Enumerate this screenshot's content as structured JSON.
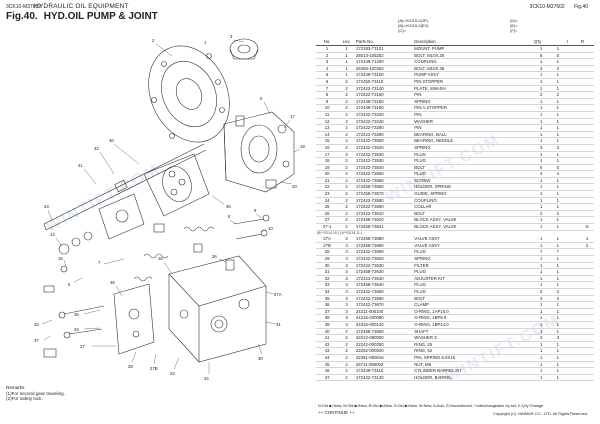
{
  "header": {
    "model": "3CK10-M37602",
    "section": "HYDRAULIC OIL EQUIPMENT",
    "fig_no": "Fig.40.",
    "fig_title": "HYD.OIL PUMP & JOINT",
    "right_model": "3CK10-M37602",
    "right_fig": "Fig.40"
  },
  "qty_header": {
    "a": "(A)=VIO15-2(JP)",
    "b": "(B)=VIO15-2(EX)",
    "c": "(C)=",
    "d": "(D)=",
    "e": "(E)=",
    "f": "(F)="
  },
  "columns": {
    "no": "No.",
    "lev": "Lev.",
    "parts_no": "Parts No.",
    "description": "Description",
    "qty": "Q'ty",
    "qa": "A",
    "qb": "B",
    "qc": "C",
    "qd": "D",
    "qe": "E",
    "qf": "F",
    "i": "I",
    "r": "R"
  },
  "rows": [
    {
      "no": "1",
      "lev": "1",
      "pn": "172183-73101",
      "desc": "MOUNT, PUMP",
      "a": "1",
      "b": "1",
      "i": "",
      "r": ""
    },
    {
      "no": "2",
      "lev": "1",
      "pn": "26013-105252",
      "desc": "BOLT, M10X.25",
      "a": "8",
      "b": "8",
      "i": "",
      "r": ""
    },
    {
      "no": "3",
      "lev": "1",
      "pn": "172449-71200",
      "desc": "COUPLING",
      "a": "1",
      "b": "1",
      "i": "",
      "r": ""
    },
    {
      "no": "4",
      "lev": "1",
      "pn": "26450-100352",
      "desc": "BOLT, M10X.35",
      "a": "3",
      "b": "3",
      "i": "",
      "r": ""
    },
    {
      "no": "5",
      "lev": "1",
      "pn": "172449-73100",
      "desc": "PUMP ASSY",
      "a": "1",
      "b": "1",
      "i": "",
      "r": ""
    },
    {
      "no": "6",
      "lev": "2",
      "pn": "172450-73110",
      "desc": "PIN STOPPER",
      "a": "1",
      "b": "1",
      "i": "",
      "r": ""
    },
    {
      "no": "7",
      "lev": "2",
      "pn": "172422-73140",
      "desc": "PLATE, SWASH",
      "a": "1",
      "b": "1",
      "i": "",
      "r": ""
    },
    {
      "no": "8",
      "lev": "2",
      "pn": "172422-73160",
      "desc": "PIN",
      "a": "2",
      "b": "2",
      "i": "",
      "r": ""
    },
    {
      "no": "9",
      "lev": "2",
      "pn": "172448-73180",
      "desc": "SPRING",
      "a": "1",
      "b": "1",
      "i": "",
      "r": ""
    },
    {
      "no": "10",
      "lev": "2",
      "pn": "172449-73180",
      "desc": "PIN A.STOPPER",
      "a": "1",
      "b": "1",
      "i": "",
      "r": ""
    },
    {
      "no": "11",
      "lev": "2",
      "pn": "172422-73220",
      "desc": "PIN",
      "a": "1",
      "b": "1",
      "i": "",
      "r": ""
    },
    {
      "no": "12",
      "lev": "2",
      "pn": "172422-73240",
      "desc": "WASHER",
      "a": "1",
      "b": "1",
      "i": "",
      "r": ""
    },
    {
      "no": "13",
      "lev": "2",
      "pn": "172422-73280",
      "desc": "PIN",
      "a": "1",
      "b": "1",
      "i": "",
      "r": ""
    },
    {
      "no": "14",
      "lev": "2",
      "pn": "172422-73290",
      "desc": "BEARING, BALL",
      "a": "1",
      "b": "1",
      "i": "",
      "r": ""
    },
    {
      "no": "15",
      "lev": "2",
      "pn": "172422-73500",
      "desc": "BEARING, NEEDLE",
      "a": "1",
      "b": "1",
      "i": "",
      "r": ""
    },
    {
      "no": "16",
      "lev": "2",
      "pn": "172422-73520",
      "desc": "SPRING",
      "a": "3",
      "b": "3",
      "i": "",
      "r": ""
    },
    {
      "no": "17",
      "lev": "2",
      "pn": "172422-73530",
      "desc": "PLUG",
      "a": "1",
      "b": "1",
      "i": "",
      "r": ""
    },
    {
      "no": "18",
      "lev": "2",
      "pn": "172422-73530",
      "desc": "PLUG",
      "a": "1",
      "b": "1",
      "i": "",
      "r": ""
    },
    {
      "no": "19",
      "lev": "2",
      "pn": "172422-73540",
      "desc": "BOLT",
      "a": "5",
      "b": "5",
      "i": "",
      "r": ""
    },
    {
      "no": "20",
      "lev": "2",
      "pn": "172422-73550",
      "desc": "PLUG",
      "a": "4",
      "b": "4",
      "i": "",
      "r": ""
    },
    {
      "no": "21",
      "lev": "2",
      "pn": "172422-73560",
      "desc": "SCREW",
      "a": "1",
      "b": "1",
      "i": "",
      "r": ""
    },
    {
      "no": "22",
      "lev": "2",
      "pn": "172458-73560",
      "desc": "HOLDER, SPRING",
      "a": "1",
      "b": "1",
      "i": "",
      "r": ""
    },
    {
      "no": "23",
      "lev": "2",
      "pn": "172458-73570",
      "desc": "GUIDE, SPRING",
      "a": "1",
      "b": "1",
      "i": "",
      "r": ""
    },
    {
      "no": "24",
      "lev": "2",
      "pn": "172422-73580",
      "desc": "COUPLING",
      "a": "1",
      "b": "1",
      "i": "",
      "r": ""
    },
    {
      "no": "25",
      "lev": "2",
      "pn": "172422-73590",
      "desc": "COLLAR",
      "a": "1",
      "b": "1",
      "i": "",
      "r": ""
    },
    {
      "no": "26",
      "lev": "2",
      "pn": "172422-73610",
      "desc": "BOLT",
      "a": "2",
      "b": "2",
      "i": "",
      "r": ""
    },
    {
      "no": "27",
      "lev": "2",
      "pn": "172458-73620",
      "desc": "BLOCK ASSY, VALVE",
      "a": "1",
      "b": "1",
      "i": "",
      "r": ""
    },
    {
      "no": "27-1",
      "lev": "2",
      "pn": "172458-73621",
      "desc": "BLOCK ASSY, VALVE",
      "a": "1",
      "b": "1",
      "i": "",
      "r": "N"
    },
    {
      "note": "(8/**2014.10.)     (9/**2014.11.)"
    },
    {
      "no": "27A",
      "lev": "3",
      "pn": "172458-73680",
      "desc": "VALVE ASSY",
      "a": "1",
      "b": "1",
      "i": "",
      "r": "1"
    },
    {
      "no": "27B",
      "lev": "3",
      "pn": "172458-73690",
      "desc": "VALVE ASSY",
      "a": "1",
      "b": "1",
      "i": "",
      "r": "2"
    },
    {
      "no": "28",
      "lev": "3",
      "pn": "172422-73590",
      "desc": "PLUG",
      "a": "7",
      "b": "7",
      "i": "",
      "r": ""
    },
    {
      "no": "29",
      "lev": "3",
      "pn": "172422-73620",
      "desc": "SPRING",
      "a": "1",
      "b": "1",
      "i": "",
      "r": ""
    },
    {
      "no": "30",
      "lev": "3",
      "pn": "172422-73630",
      "desc": "FILTER",
      "a": "1",
      "b": "1",
      "i": "",
      "r": ""
    },
    {
      "no": "31",
      "lev": "3",
      "pn": "172458-73630",
      "desc": "PLUG",
      "a": "1",
      "b": "1",
      "i": "",
      "r": ""
    },
    {
      "no": "32",
      "lev": "3",
      "pn": "172422-73640",
      "desc": "ADJUSTER KIT",
      "a": "1",
      "b": "1",
      "i": "",
      "r": ""
    },
    {
      "no": "33",
      "lev": "3",
      "pn": "172458-73640",
      "desc": "PLUG",
      "a": "1",
      "b": "1",
      "i": "",
      "r": ""
    },
    {
      "no": "34",
      "lev": "3",
      "pn": "172422-73650",
      "desc": "PLUG",
      "a": "2",
      "b": "2",
      "i": "",
      "r": ""
    },
    {
      "no": "35",
      "lev": "3",
      "pn": "172422-73660",
      "desc": "BOLT",
      "a": "3",
      "b": "3",
      "i": "",
      "r": ""
    },
    {
      "no": "36",
      "lev": "3",
      "pn": "172422-73670",
      "desc": "CLAMP",
      "a": "1",
      "b": "1",
      "i": "",
      "r": ""
    },
    {
      "no": "37",
      "lev": "3",
      "pn": "24311-000100",
      "desc": "O-RING, 1AP10.0",
      "a": "1",
      "b": "1",
      "i": "",
      "r": ""
    },
    {
      "no": "38",
      "lev": "3",
      "pn": "24315-000090",
      "desc": "O-RING, 1BP9.0",
      "a": "1",
      "b": "1",
      "i": "",
      "r": ""
    },
    {
      "no": "39",
      "lev": "3",
      "pn": "24315-000140",
      "desc": "O-RING, 1BP14.0",
      "a": "1",
      "b": "1",
      "i": "",
      "r": ""
    },
    {
      "no": "40",
      "lev": "2",
      "pn": "172458-73660",
      "desc": "SHAFT",
      "a": "1",
      "b": "1",
      "i": "",
      "r": ""
    },
    {
      "no": "41",
      "lev": "2",
      "pn": "22212-080000",
      "desc": "WASHER S",
      "a": "3",
      "b": "3",
      "i": "",
      "r": ""
    },
    {
      "no": "42",
      "lev": "2",
      "pn": "22242-000250",
      "desc": "RING, 25",
      "a": "1",
      "b": "1",
      "i": "",
      "r": ""
    },
    {
      "no": "43",
      "lev": "2",
      "pn": "22252-000520",
      "desc": "RING, 52",
      "a": "1",
      "b": "1",
      "i": "",
      "r": ""
    },
    {
      "no": "44",
      "lev": "2",
      "pn": "22351-060016",
      "desc": "PIN, SPRING 6.0X16",
      "a": "1",
      "b": "1",
      "i": "",
      "r": ""
    },
    {
      "no": "45",
      "lev": "2",
      "pn": "26711-080002",
      "desc": "NUT, M8",
      "a": "1",
      "b": "1",
      "i": "",
      "r": ""
    },
    {
      "no": "46",
      "lev": "2",
      "pn": "172449-73110",
      "desc": "CYLINDER BARREL KIT",
      "a": "1",
      "b": "1",
      "i": "",
      "r": ""
    },
    {
      "no": "47",
      "lev": "2",
      "pn": "172422-73130",
      "desc": "HOLDER, BARREL",
      "a": "1",
      "b": "1",
      "i": "",
      "r": ""
    }
  ],
  "remarks": {
    "title": "Remarks",
    "r1": "(1)For second gear traveling.",
    "r2": "(2)For safety lock."
  },
  "legend": "N:Old ■>New, N:Old ■≈New, R:Old ■≈New, S:Old ■≈New, W:New, A:Add, Z:Discontinued, *:Interchangeable by set, K:Q'ty Change",
  "continue": "++ CONTINUE ++",
  "copyright": "Copyright (C)  YANMAR CO., LTD. All Rights Reserved.",
  "watermark": "WINTIFT.COM",
  "callouts": [
    "1",
    "2",
    "3",
    "4",
    "5",
    "6",
    "7",
    "8",
    "9",
    "10",
    "11",
    "12",
    "13",
    "14",
    "15",
    "16",
    "17",
    "18",
    "19",
    "20",
    "21",
    "22",
    "23",
    "24",
    "25",
    "26",
    "27",
    "28",
    "29",
    "30",
    "31",
    "32",
    "33",
    "34",
    "35",
    "36",
    "37",
    "38",
    "39",
    "40",
    "41",
    "42",
    "43",
    "44",
    "45",
    "46",
    "47",
    "27A",
    "27B",
    "22",
    "24"
  ],
  "colors": {
    "line": "#333333",
    "text": "#222222",
    "watermark": "#cddcf0"
  }
}
